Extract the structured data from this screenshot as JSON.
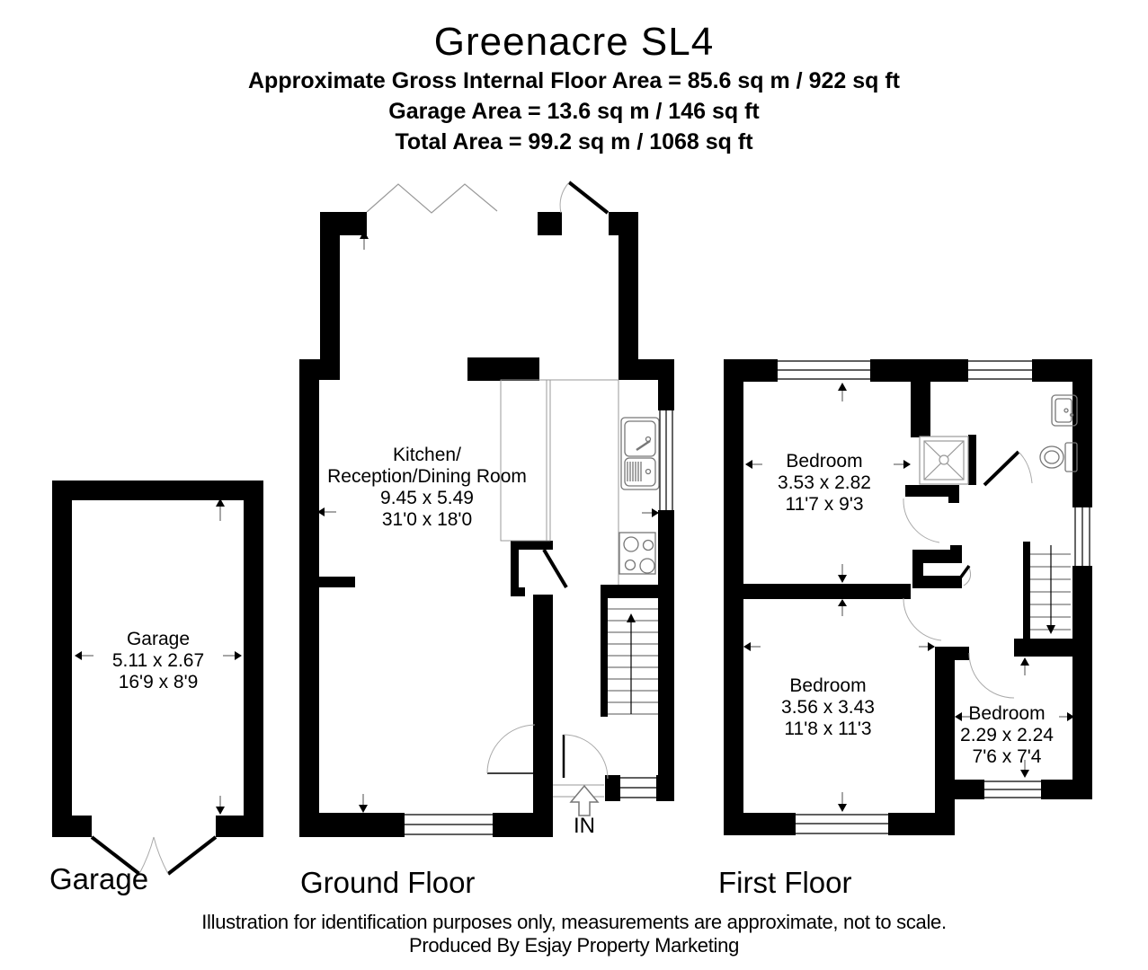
{
  "header": {
    "title": "Greenacre SL4",
    "subtitle1": "Approximate Gross Internal Floor Area = 85.6 sq m / 922 sq ft",
    "subtitle2": "Garage Area = 13.6 sq m / 146 sq ft",
    "subtitle3": "Total Area = 99.2 sq m / 1068 sq ft"
  },
  "garage": {
    "room_name": "Garage",
    "metric": "5.11 x 2.67",
    "imperial": "16'9 x 8'9",
    "floor_label": "Garage"
  },
  "ground_floor": {
    "kitchen_name1": "Kitchen/",
    "kitchen_name2": "Reception/Dining Room",
    "kitchen_metric": "9.45 x 5.49",
    "kitchen_imperial": "31'0 x 18'0",
    "entrance_label": "IN",
    "floor_label": "Ground Floor"
  },
  "first_floor": {
    "bedroom1_name": "Bedroom",
    "bedroom1_metric": "3.53 x 2.82",
    "bedroom1_imperial": "11'7 x 9'3",
    "bedroom2_name": "Bedroom",
    "bedroom2_metric": "3.56 x 3.43",
    "bedroom2_imperial": "11'8 x 11'3",
    "bedroom3_name": "Bedroom",
    "bedroom3_metric": "2.29 x 2.24",
    "bedroom3_imperial": "7'6 x 7'4",
    "floor_label": "First Floor"
  },
  "footer": {
    "line1": "Illustration for identification purposes only, measurements are approximate, not to scale.",
    "line2": "Produced By Esjay Property Marketing"
  },
  "colors": {
    "wall": "#000000",
    "thin_line": "#999999",
    "fixture": "#777777"
  }
}
